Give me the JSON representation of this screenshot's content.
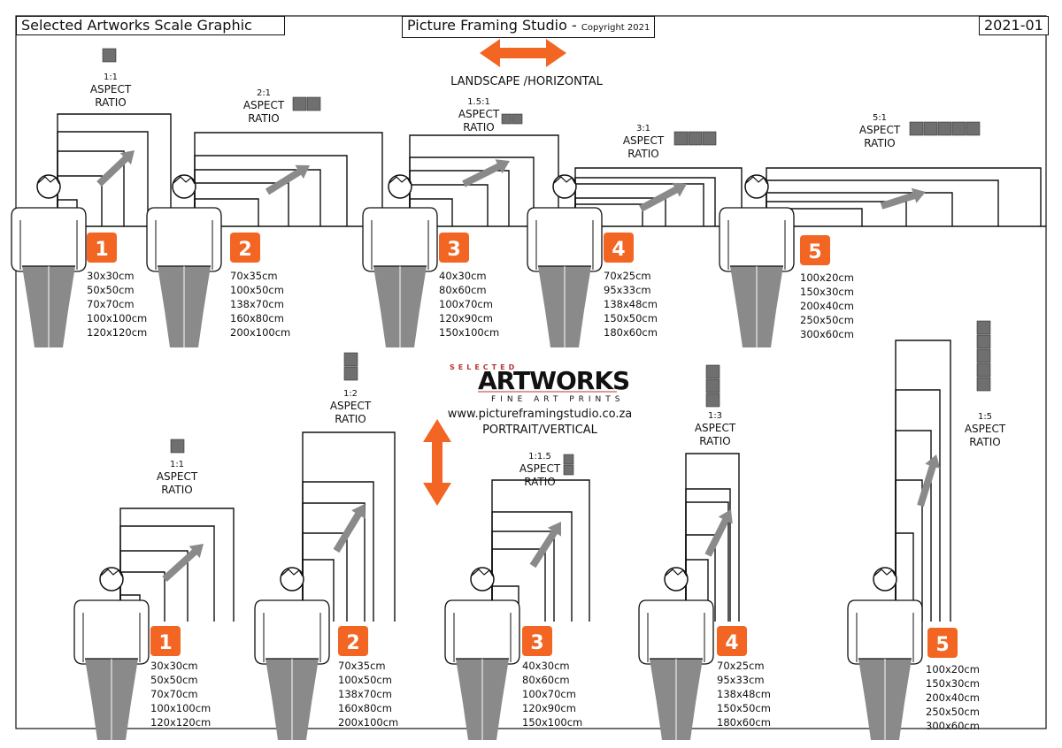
{
  "header": {
    "left_title": "Selected Artworks Scale Graphic",
    "center_title": "Picture Framing Studio -",
    "center_copyright": "Copyright 2021",
    "right_code": "2021-01"
  },
  "orientation": {
    "landscape_label": "LANDSCAPE /HORIZONTAL",
    "portrait_label": "PORTRAIT/VERTICAL",
    "website": "www.pictureframingstudio.co.za"
  },
  "logo": {
    "top": "SELECTED",
    "main": "ARTWORKS",
    "sub": "FINE ART PRINTS"
  },
  "aspect_word": "ASPECT",
  "ratio_word": "RATIO",
  "colors": {
    "accent": "#f26522",
    "figure_gray": "#8a8a8a",
    "swatch_gray": "#6f6f6f",
    "line": "#111111"
  },
  "landscape": [
    {
      "number": "1",
      "ratio": "1:1",
      "sizes": [
        "30x30cm",
        "50x50cm",
        "70x70cm",
        "100x100cm",
        "120x120cm"
      ]
    },
    {
      "number": "2",
      "ratio": "2:1",
      "sizes": [
        "70x35cm",
        "100x50cm",
        "138x70cm",
        "160x80cm",
        "200x100cm"
      ]
    },
    {
      "number": "3",
      "ratio": "1.5:1",
      "sizes": [
        "40x30cm",
        "80x60cm",
        "100x70cm",
        "120x90cm",
        "150x100cm"
      ]
    },
    {
      "number": "4",
      "ratio": "3:1",
      "sizes": [
        "70x25cm",
        "95x33cm",
        "138x48cm",
        "150x50cm",
        "180x60cm"
      ]
    },
    {
      "number": "5",
      "ratio": "5:1",
      "sizes": [
        "100x20cm",
        "150x30cm",
        "200x40cm",
        "250x50cm",
        "300x60cm"
      ]
    }
  ],
  "portrait": [
    {
      "number": "1",
      "ratio": "1:1",
      "sizes": [
        "30x30cm",
        "50x50cm",
        "70x70cm",
        "100x100cm",
        "120x120cm"
      ]
    },
    {
      "number": "2",
      "ratio": "1:2",
      "sizes": [
        "70x35cm",
        "100x50cm",
        "138x70cm",
        "160x80cm",
        "200x100cm"
      ]
    },
    {
      "number": "3",
      "ratio": "1:1.5",
      "sizes": [
        "40x30cm",
        "80x60cm",
        "100x70cm",
        "120x90cm",
        "150x100cm"
      ]
    },
    {
      "number": "4",
      "ratio": "1:3",
      "sizes": [
        "70x25cm",
        "95x33cm",
        "138x48cm",
        "150x50cm",
        "180x60cm"
      ]
    },
    {
      "number": "5",
      "ratio": "1:5",
      "sizes": [
        "100x20cm",
        "150x30cm",
        "200x40cm",
        "250x50cm",
        "300x60cm"
      ]
    }
  ]
}
